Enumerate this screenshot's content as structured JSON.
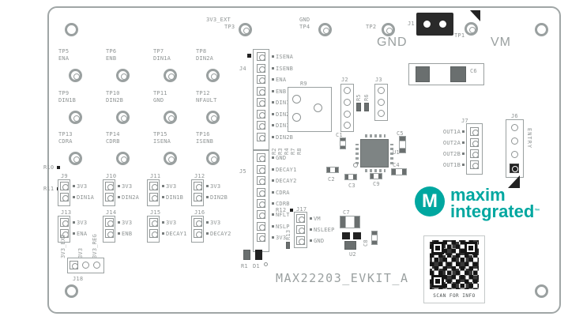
{
  "board": {
    "title": "MAX22203_EVKIT_A",
    "qr_caption": "SCAN FOR INFO"
  },
  "logo": {
    "monogram": "M",
    "word1": "maxim",
    "word2": "integrated",
    "tm": "™"
  },
  "colors": {
    "teal": "#00a7a0",
    "silkscreen_gray": "#8f9494",
    "component_dark": "#6a6f6f",
    "black": "#222222"
  },
  "top_area": {
    "tp3_net": "3V3_EXT",
    "tp3": "TP3",
    "tp4_net": "GND",
    "tp4": "TP4",
    "tp2": "TP2",
    "j1": "J1",
    "tp1": "TP1",
    "gnd": "GND",
    "vm": "VM",
    "c6": "C6"
  },
  "test_points": [
    {
      "name": "TP5",
      "signal": "ENA"
    },
    {
      "name": "TP6",
      "signal": "ENB"
    },
    {
      "name": "TP7",
      "signal": "DIN1A"
    },
    {
      "name": "TP8",
      "signal": "DIN2A"
    },
    {
      "name": "TP9",
      "signal": "DIN1B"
    },
    {
      "name": "TP10",
      "signal": "DIN2B"
    },
    {
      "name": "TP11",
      "signal": "GND"
    },
    {
      "name": "TP12",
      "signal": "NFAULT"
    },
    {
      "name": "TP13",
      "signal": "CDRA"
    },
    {
      "name": "TP14",
      "signal": "CDRB"
    },
    {
      "name": "TP15",
      "signal": "ISENA"
    },
    {
      "name": "TP16",
      "signal": "ISENB"
    }
  ],
  "j4": {
    "label": "J4",
    "pins": [
      "ISENA",
      "ISENB",
      "ENA",
      "ENB",
      "DIN1A",
      "DIN2A",
      "DIN1B",
      "DIN2B"
    ]
  },
  "j5": {
    "label": "J5",
    "pins": [
      "GND",
      "DECAY1",
      "DECAY2",
      "CDRA",
      "CDRB",
      "NFLT",
      "NSLP",
      "3V3"
    ]
  },
  "jumpers": [
    {
      "label": "J9",
      "pin1": "3V3",
      "pin2": "DIN1A"
    },
    {
      "label": "J10",
      "pin1": "3V3",
      "pin2": "DIN2A"
    },
    {
      "label": "J11",
      "pin1": "3V3",
      "pin2": "DIN1B"
    },
    {
      "label": "J12",
      "pin1": "3V3",
      "pin2": "DIN2B"
    },
    {
      "label": "J13",
      "pin1": "3V3",
      "pin2": "ENA"
    },
    {
      "label": "J14",
      "pin1": "3V3",
      "pin2": "ENB"
    },
    {
      "label": "J15",
      "pin1": "3V3",
      "pin2": "DECAY1"
    },
    {
      "label": "J16",
      "pin1": "3V3",
      "pin2": "DECAY2"
    }
  ],
  "j17": {
    "label": "J17",
    "pins": [
      "VM",
      "NSLEEP",
      "GND"
    ]
  },
  "j18": {
    "label": "J18",
    "nets": [
      "3V3_EXT",
      "3V3",
      "3V3_REG"
    ]
  },
  "j7": {
    "label": "J7",
    "pins": [
      "OUT1A",
      "OUT2A",
      "OUT2B",
      "OUT1B"
    ]
  },
  "j6": {
    "label": "J6",
    "side_text": "ENTRY"
  },
  "refs": {
    "r9": "R9",
    "j2": "J2",
    "j3": "J3",
    "r5": "R5",
    "r6": "R6",
    "c1": "C1",
    "u1": "U1",
    "c5": "C5",
    "c4": "C4",
    "c9": "C9",
    "c3": "C3",
    "c2": "C2",
    "r2": "R2",
    "r3": "R3",
    "r4": "R4",
    "r7": "R7",
    "r8": "R8",
    "r10": "R10",
    "r11": "R11",
    "r1": "R1",
    "d1": "D1",
    "r12": "R12",
    "r13": "R13",
    "c7": "C7",
    "c8": "C8",
    "u2": "U2"
  }
}
